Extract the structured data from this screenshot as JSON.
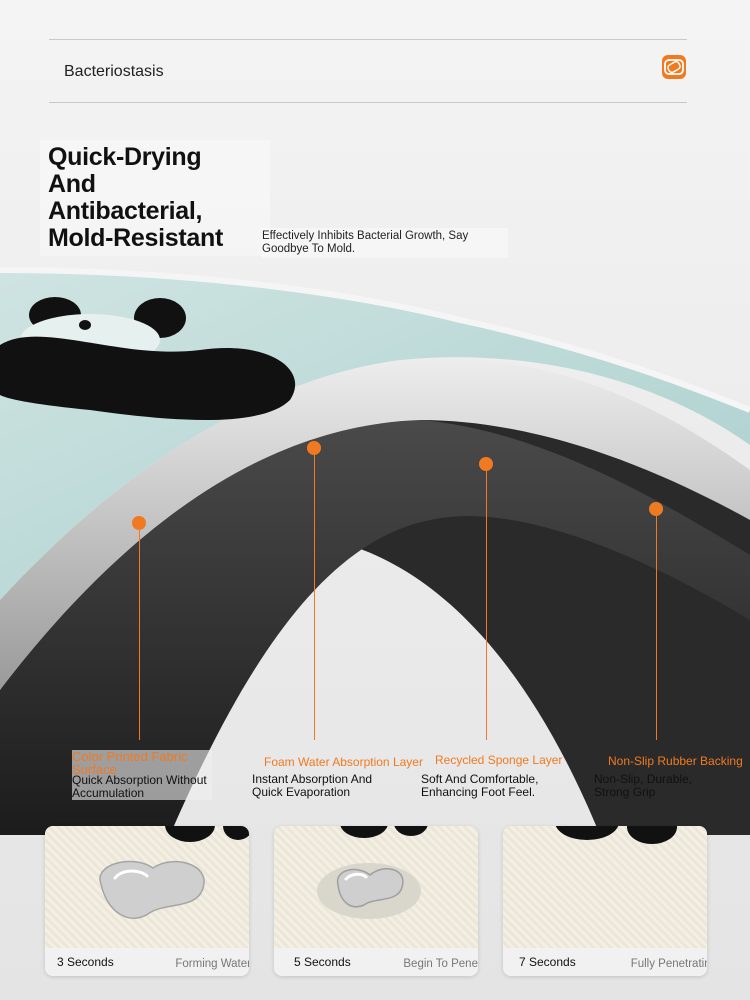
{
  "header": {
    "feature_title": "Bacteriostasis",
    "badge_icon": "bacteria-shield-icon",
    "accent_color": "#f07a22"
  },
  "headline": {
    "lines": [
      "Quick-Drying",
      "And",
      "Antibacterial,",
      "Mold-Resistant"
    ],
    "description": "Effectively Inhibits Bacterial Growth, Say Goodbye To Mold."
  },
  "layers": [
    {
      "title": "Color Printed Fabric Surface",
      "subtitle": "Quick Absorption Without Accumulation"
    },
    {
      "title": "Foam Water Absorption Layer",
      "subtitle": "Instant Absorption And Quick Evaporation"
    },
    {
      "title": "Recycled Sponge Layer",
      "subtitle": "Soft And Comfortable, Enhancing Foot Feel."
    },
    {
      "title": "Non-Slip Rubber Backing",
      "subtitle": "Non-Slip, Durable, Strong Grip"
    }
  ],
  "steps": [
    {
      "time": "3 Seconds",
      "caption": "Forming Water Droplets"
    },
    {
      "time": "5 Seconds",
      "caption": "Begin To Penetrate"
    },
    {
      "time": "7 Seconds",
      "caption": "Fully Penetrating"
    }
  ]
}
